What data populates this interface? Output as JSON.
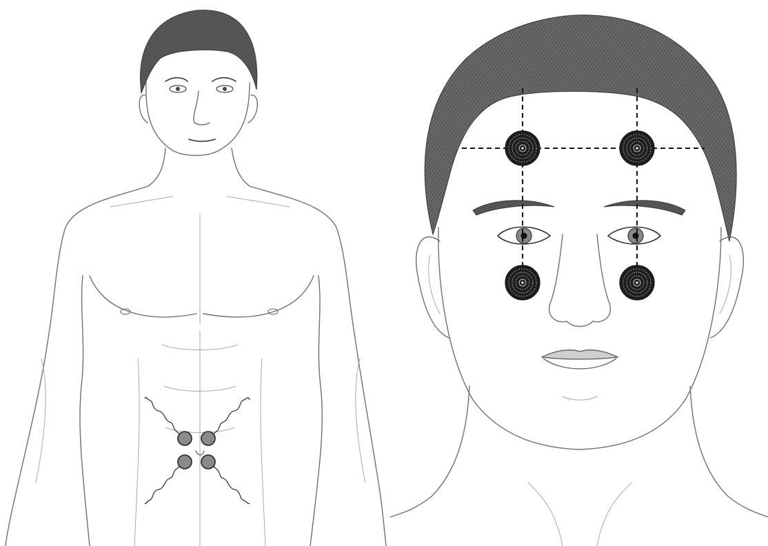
{
  "figure": {
    "background": "#ffffff",
    "panels": [
      {
        "id": "torso",
        "subject": "front-view-torso-sketch",
        "electrode_color": "#8a8a8a",
        "electrode_outline": "#222222",
        "electrode_count": 4,
        "lead_wire_count": 4
      },
      {
        "id": "face",
        "subject": "front-view-face-sketch",
        "electrode_color": "#2a2a2a",
        "electrode_count": 4,
        "guide_line_style": "dashed",
        "guide_line_color": "#111111"
      }
    ]
  }
}
